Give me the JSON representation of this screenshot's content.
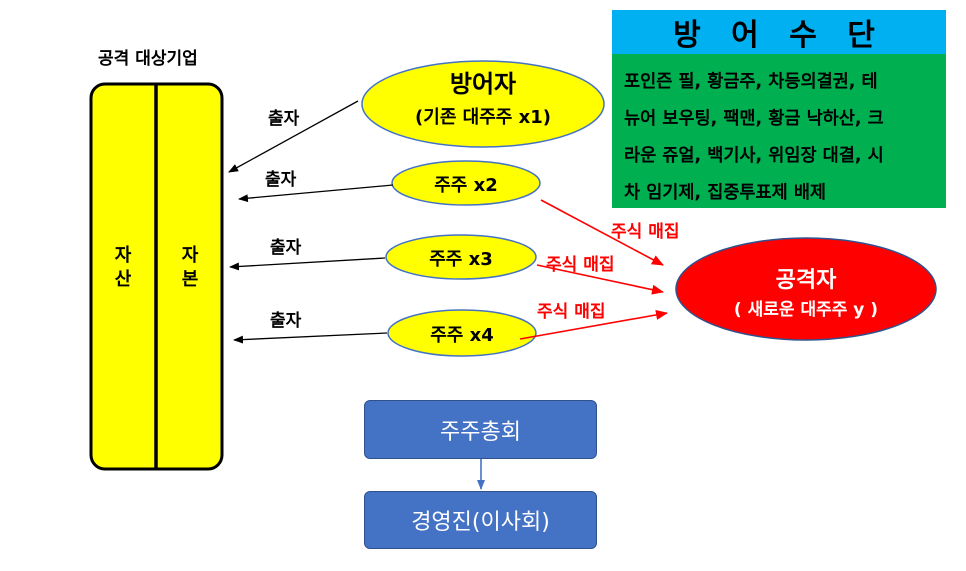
{
  "company": {
    "title": "공격 대상기업",
    "assets_label": "자\n산",
    "capital_label": "자\n본"
  },
  "defender": {
    "title": "방어자",
    "subtitle": "(기존 대주주 x1)"
  },
  "shareholders": [
    {
      "label": "주주 x2",
      "invest_label": "출자"
    },
    {
      "label": "주주 x3",
      "invest_label": "출자"
    },
    {
      "label": "주주 x4",
      "invest_label": "출자"
    }
  ],
  "defender_invest_label": "출자",
  "stock_buy_labels": [
    "주식 매집",
    "주식 매집",
    "주식 매집"
  ],
  "attacker": {
    "title": "공격자",
    "subtitle": "( 새로운 대주주 y )"
  },
  "defense_means": {
    "title": "방 어 수 단",
    "lines": [
      "포인즌 필, 황금주, 차등의결권, 테",
      "뉴어 보우팅, 팩맨, 황금 낙하산, 크",
      "라운 쥬얼, 백기사, 위임장 대결, 시",
      "차 임기제, 집중투표제 배제"
    ]
  },
  "governance": {
    "shareholders_meeting": "주주총회",
    "management": "경영진(이사회)"
  },
  "colors": {
    "company_fill": "#ffff00",
    "ellipse_fill": "#ffff00",
    "attacker_fill": "#ff0000",
    "defense_header": "#00b0f0",
    "defense_body": "#00b050",
    "flow_box": "#4472c4",
    "arrow_black": "#000000",
    "arrow_red": "#ff0000"
  }
}
